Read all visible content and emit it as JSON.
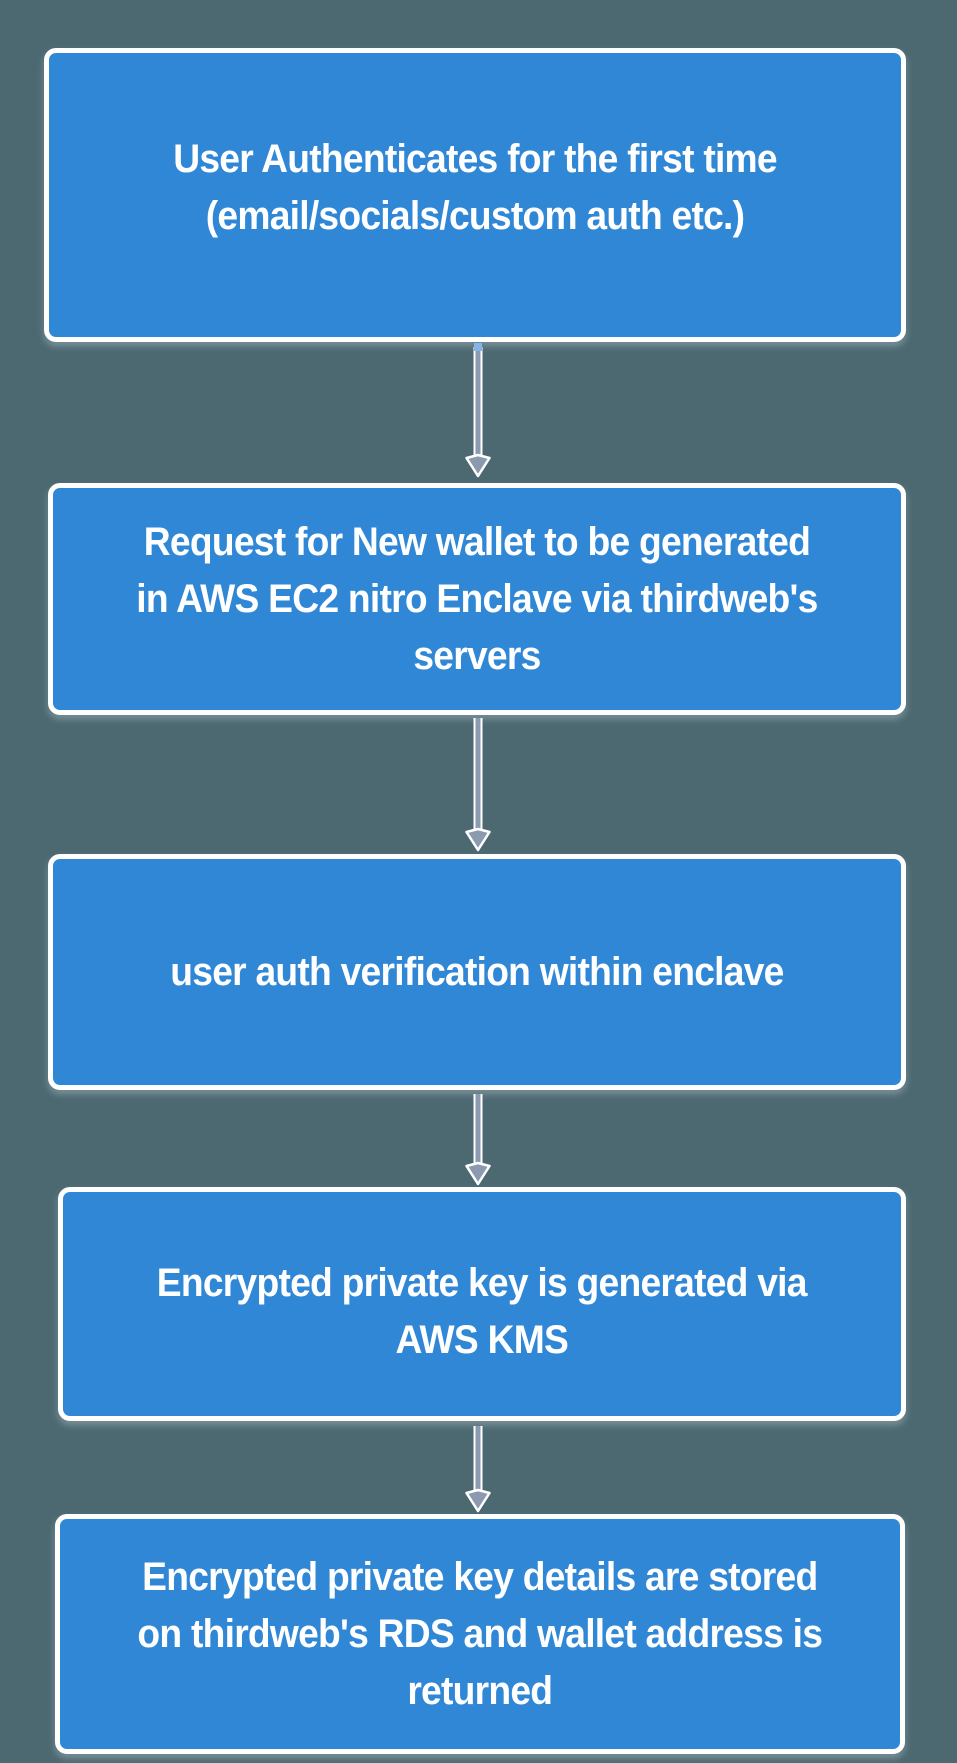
{
  "theme": {
    "background": "#4C6972",
    "node_fill": "#2F87D6",
    "node_border": "#FFFFFF",
    "node_text_color": "#FFFFFF",
    "arrow_color": "#8B9AAF",
    "arrow_outline": "#FFFFFF",
    "connector_dot": "#85B4E6"
  },
  "diagram": {
    "type": "flowchart",
    "direction": "top-down",
    "nodes": [
      {
        "id": "user-authenticates",
        "text": "User Authenticates for the first time (email/socials/custom auth etc.)",
        "lines": [
          "User Authenticates for the first time",
          "(email/socials/custom auth etc.)"
        ]
      },
      {
        "id": "request-new-wallet",
        "text": "Request for New wallet to be generated in AWS EC2 nitro Enclave via thirdweb's servers",
        "lines": [
          "Request for New wallet to be generated",
          "in AWS EC2 nitro Enclave via thirdweb's",
          "servers"
        ]
      },
      {
        "id": "auth-verification",
        "text": "user auth verification within enclave",
        "lines": [
          "user auth verification within enclave"
        ]
      },
      {
        "id": "generate-encrypted-key",
        "text": "Encrypted private key is generated via AWS KMS",
        "lines": [
          "Encrypted private key is generated via",
          "AWS KMS"
        ]
      },
      {
        "id": "store-key-details",
        "text": "Encrypted private key details are stored on thirdweb's RDS and wallet address is returned",
        "lines": [
          "Encrypted private key details are stored",
          "on thirdweb's RDS and wallet address is",
          "returned"
        ]
      }
    ],
    "edges": [
      {
        "from": "user-authenticates",
        "to": "request-new-wallet"
      },
      {
        "from": "request-new-wallet",
        "to": "auth-verification"
      },
      {
        "from": "auth-verification",
        "to": "generate-encrypted-key"
      },
      {
        "from": "generate-encrypted-key",
        "to": "store-key-details"
      }
    ]
  }
}
